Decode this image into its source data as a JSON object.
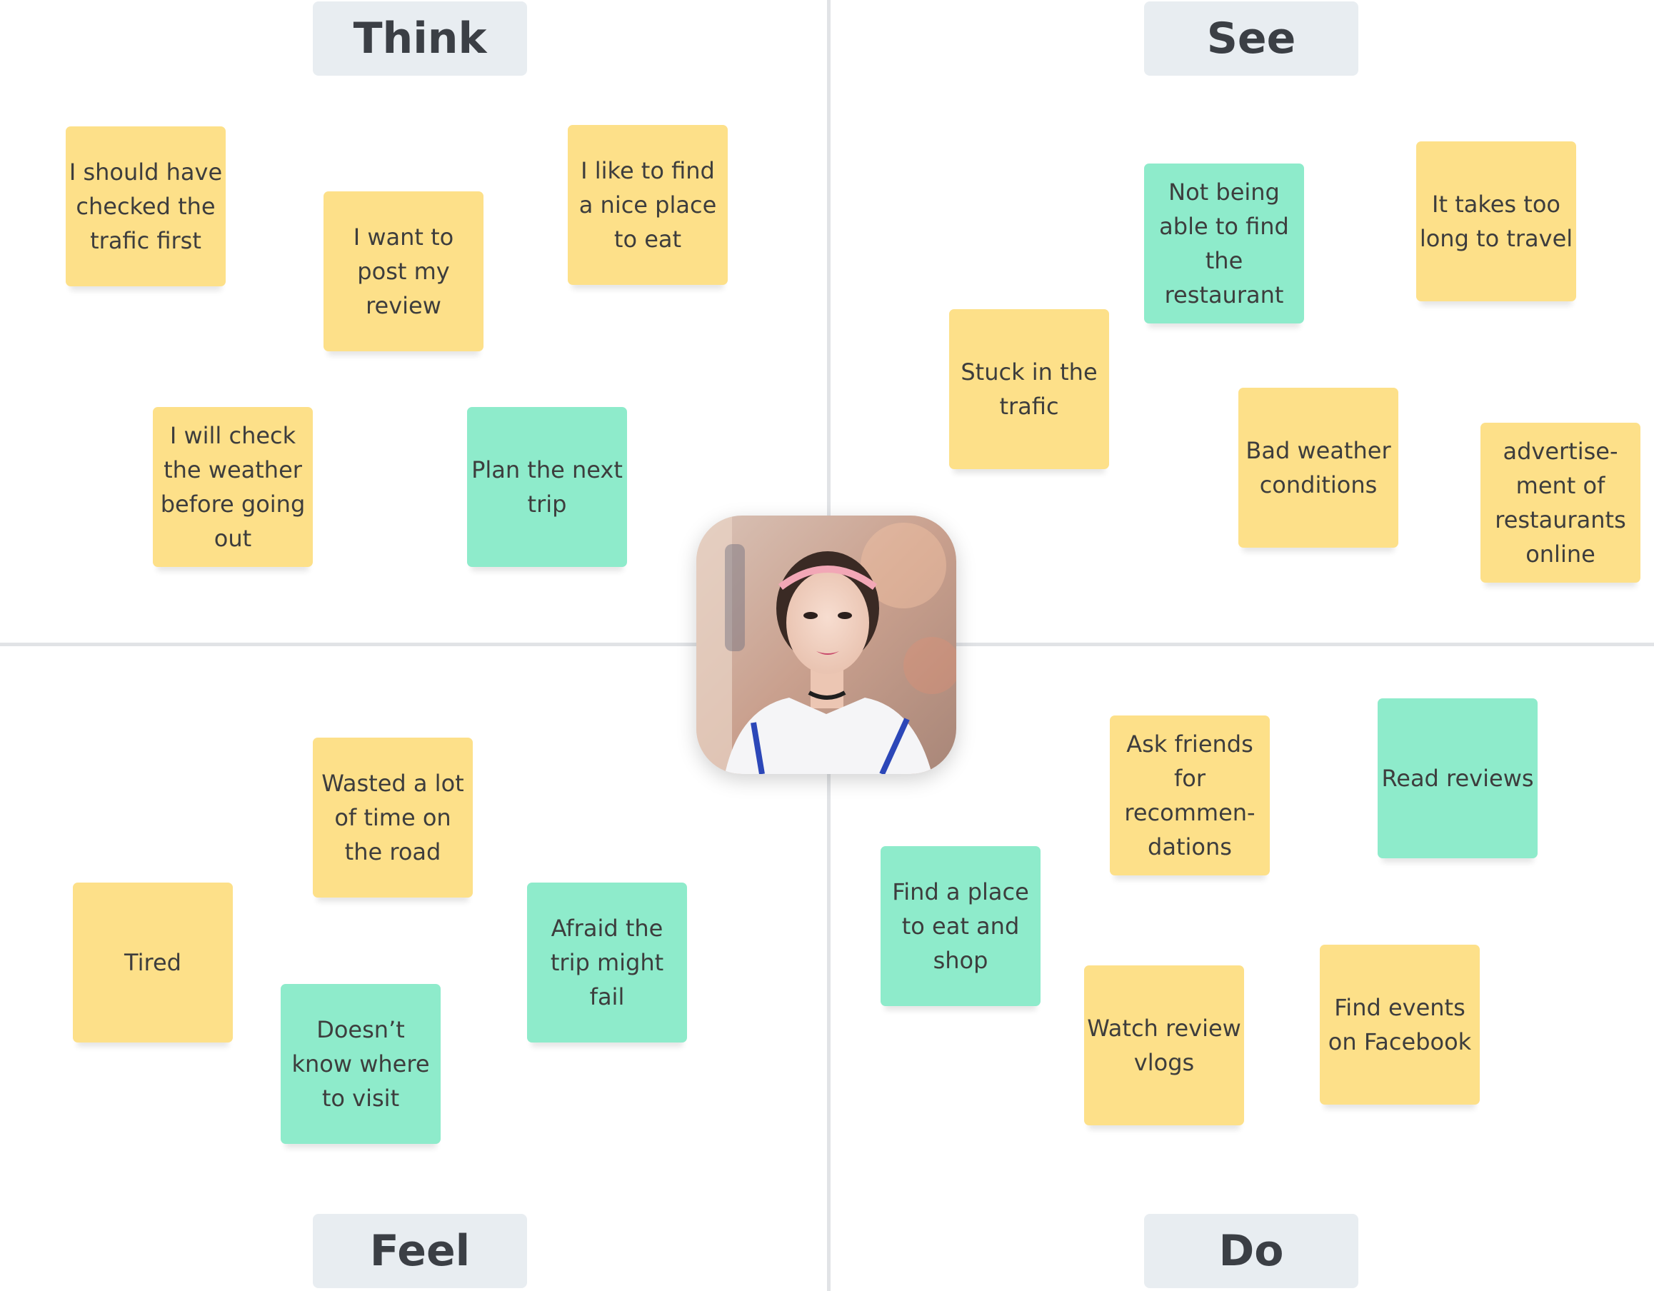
{
  "quadrants": {
    "think": "Think",
    "see": "See",
    "feel": "Feel",
    "do": "Do"
  },
  "colors": {
    "note_yellow": "#fde089",
    "note_green": "#8eebcb",
    "label_bg": "#e8edf1"
  },
  "notes": {
    "think": [
      {
        "text": "I should have checked the trafic first",
        "color": "yellow"
      },
      {
        "text": "I want to post my review",
        "color": "yellow"
      },
      {
        "text": "I like to find a nice place to eat",
        "color": "yellow"
      },
      {
        "text": "I will check the weather before going out",
        "color": "yellow"
      },
      {
        "text": "Plan the next trip",
        "color": "green"
      }
    ],
    "see": [
      {
        "text": "Not being able to find the restaurant",
        "color": "green"
      },
      {
        "text": "It takes too long to travel",
        "color": "yellow"
      },
      {
        "text": "Stuck in the trafic",
        "color": "yellow"
      },
      {
        "text": "Bad weather conditions",
        "color": "yellow"
      },
      {
        "text": "advertise-ment of restaurants online",
        "color": "yellow"
      }
    ],
    "feel": [
      {
        "text": "Wasted a lot of time on the road",
        "color": "yellow"
      },
      {
        "text": "Tired",
        "color": "yellow"
      },
      {
        "text": "Afraid the trip might fail",
        "color": "green"
      },
      {
        "text": "Doesn’t know where to visit",
        "color": "green"
      }
    ],
    "do": [
      {
        "text": "Ask friends for recommen-dations",
        "color": "yellow"
      },
      {
        "text": "Read reviews",
        "color": "green"
      },
      {
        "text": "Find a place to eat and shop",
        "color": "green"
      },
      {
        "text": "Watch review vlogs",
        "color": "yellow"
      },
      {
        "text": "Find events on Facebook",
        "color": "yellow"
      }
    ]
  }
}
